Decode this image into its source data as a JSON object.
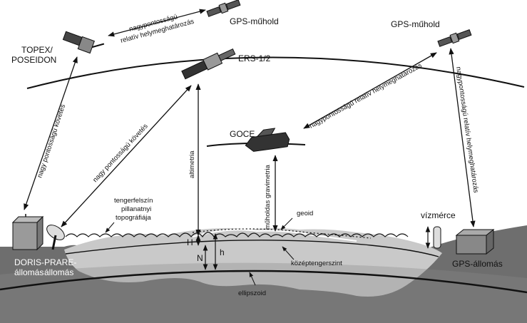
{
  "colors": {
    "background": "#ffffff",
    "earth_deep": "#6e6e6e",
    "earth_mid": "#9a9a9a",
    "sea": "#c9c9c9",
    "ink": "#111111"
  },
  "icons": {
    "satellite": "satellite-icon",
    "station_box": "cube-icon",
    "dish": "satellite-dish-icon",
    "tide_gauge": "gauge-icon"
  },
  "labels": {
    "gps_sat_left": "GPS-műhold",
    "gps_sat_right": "GPS-műhold",
    "topex_line1": "TOPEX/",
    "topex_line2": "POSEIDON",
    "ers": "ERS-1/2",
    "goce": "GOCE",
    "doris_line1": "DORIS-",
    "doris_line2": "állomás",
    "prare_line1": "PRARE-",
    "prare_line2": "állomás",
    "gps_station": "GPS-állomás",
    "vizmerce": "vízmérce",
    "geoid": "geoid",
    "kozeptengerszint": "középtengerszint",
    "ellipszoid": "ellipszoid",
    "tenger_line1": "tengerfelszín",
    "tenger_line2": "pillanatnyi",
    "tenger_line3": "topográfiája",
    "H": "H",
    "N": "N",
    "h": "h"
  },
  "links": {
    "nagypontos_top_line1": "nagypontosságú",
    "nagypontos_top_line2": "relatív helymeghatározás",
    "nagypontos_mid": "nagypontosságú relatív helymeghatározás",
    "nagypontos_right": "nagypontosságú relatív helymeghatározás",
    "nagy_kovetes_left": "nagy pontosságú követés",
    "nagy_kovetes_mid": "nagy pontosságú követés",
    "altimetria": "altimetria",
    "muholdas_grav": "műholdas gravimetria"
  }
}
